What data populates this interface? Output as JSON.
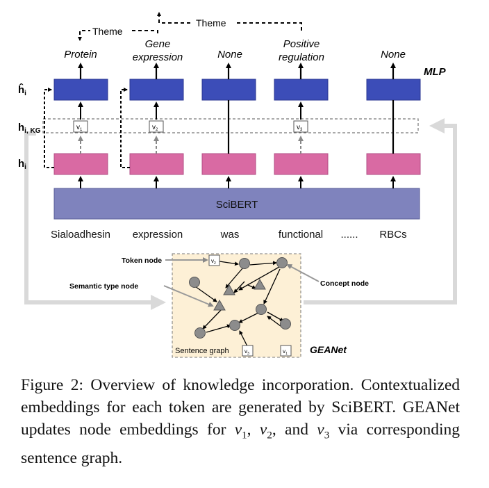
{
  "row_labels": {
    "h_hat_main": "ĥ",
    "h_hat_sub": "i",
    "h_kg_main": "h",
    "h_kg_sub": "i, KG",
    "h_main": "h",
    "h_sub": "i"
  },
  "mlp_label": "MLP",
  "outputs": [
    "Protein",
    "Gene",
    "expression",
    "None",
    "Positive",
    "regulation",
    "None"
  ],
  "theme_labels": [
    "Theme",
    "Theme"
  ],
  "v_nodes": [
    "v",
    "1",
    "v",
    "2",
    "v",
    "3"
  ],
  "encoder_label": "SciBERT",
  "tokens": [
    "Sialoadhesin",
    "expression",
    "was",
    "functional",
    "......",
    "RBCs"
  ],
  "graph": {
    "token_node": "Token node",
    "semantic_type_node": "Semantic type node",
    "concept_node": "Concept node",
    "sentence_graph": "Sentence graph",
    "v2": [
      "v",
      "2"
    ],
    "v3": [
      "v",
      "3"
    ],
    "v1": [
      "v",
      "1"
    ],
    "name": "GEANet"
  },
  "caption": {
    "prefix": "Figure 2: Overview of knowledge incorporation. Contextualized embeddings for each token are generated by SciBERT. GEANet updates node embeddings for ",
    "v": "v",
    "sub1": "1",
    "sub2": "2",
    "sub3": "3",
    "sep": ", ",
    "and": ", and ",
    "suffix": " via corresponding sentence graph."
  },
  "colors": {
    "mlp_blue": "#3c4db8",
    "embed_pink": "#d96aa3",
    "scibert_purple": "#7f83bd",
    "graph_bg": "#fdf0d6",
    "node_gray": "#8c8c8c"
  }
}
